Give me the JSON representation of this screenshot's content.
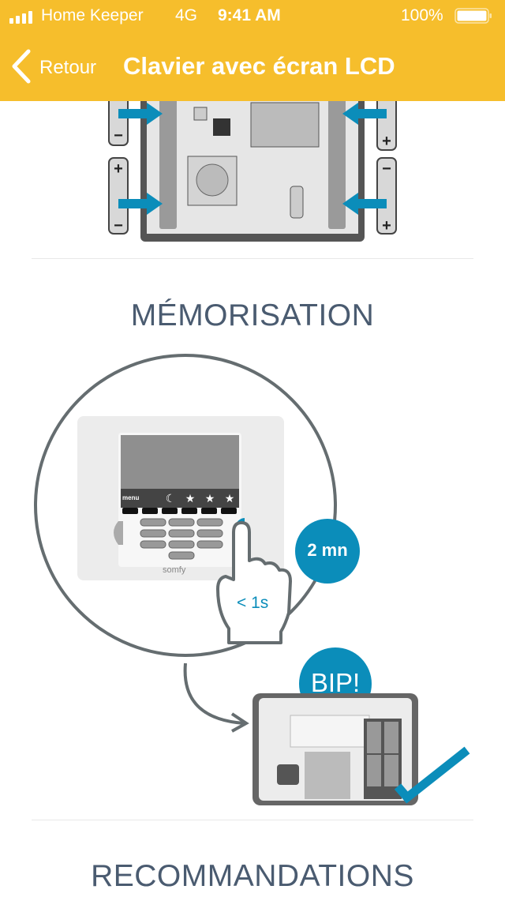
{
  "status_bar": {
    "carrier": "Home Keeper",
    "network": "4G",
    "time": "9:41 AM",
    "battery": "100%"
  },
  "nav": {
    "back_label": "Retour",
    "title": "Clavier avec écran LCD"
  },
  "sections": [
    {
      "title": "MÉMORISATION"
    },
    {
      "title": "RECOMMANDATIONS"
    }
  ],
  "illustration": {
    "menu_label": "menu",
    "duration_badge": "2 mn",
    "press_time": "< 1s",
    "beep_badge": "BIP!",
    "brand": "somfy"
  },
  "colors": {
    "header": "#f6be2c",
    "accent": "#0b8dba",
    "title": "#4a5b70"
  }
}
